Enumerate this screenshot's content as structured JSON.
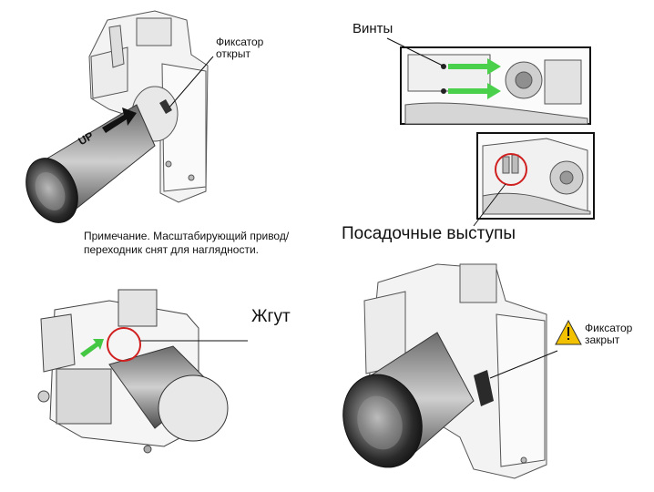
{
  "labels": {
    "lock_open": [
      "Фиксатор",
      "открыт"
    ],
    "screws": "Винты",
    "up_arrow": "UP",
    "note": [
      "Примечание. Масштабирующий привод/",
      "переходник снят для наглядности."
    ],
    "mount_bosses": "Посадочные выступы",
    "harness": "Жгут",
    "lock_closed": [
      "Фиксатор",
      "закрыт"
    ]
  },
  "colors": {
    "screw_arrow": "#4bd04b",
    "harness_arrow": "#44c844",
    "highlight_circle": "#d02020",
    "warning_fill": "#f2c200"
  }
}
